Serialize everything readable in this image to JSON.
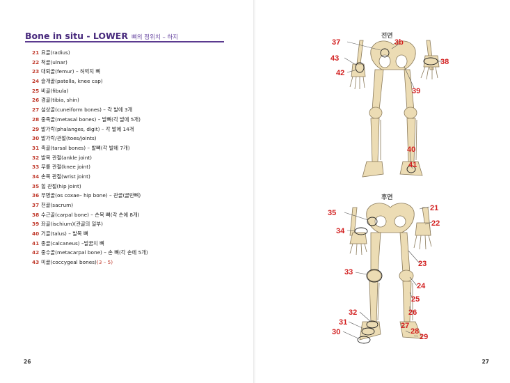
{
  "left_page": {
    "title": "Bone in situ - LOWER",
    "subtitle": "뼈의 정위치 – 하지",
    "page_number": "26",
    "items": [
      {
        "num": "21",
        "text": "요골(radius)"
      },
      {
        "num": "22",
        "text": "척골(ulnar)"
      },
      {
        "num": "23",
        "text": "대퇴골(femur) – 허벅지 뼈"
      },
      {
        "num": "24",
        "text": "슬개골(patella, knee cap)"
      },
      {
        "num": "25",
        "text": "비골(fibula)"
      },
      {
        "num": "26",
        "text": "경골(tibia, shin)"
      },
      {
        "num": "27",
        "text": "설상골(cuneiform bones) – 각 발에 3개"
      },
      {
        "num": "28",
        "text": "중족골(metasal bones) – 발뼈(각 발에 5개)"
      },
      {
        "num": "29",
        "text": "발가락(phalanges, digit) – 각 발에 14개"
      },
      {
        "num": "30",
        "text": "발가락/관절(toes/joints)"
      },
      {
        "num": "31",
        "text": "족골(tarsal bones) – 발뼈(각 발에 7개)"
      },
      {
        "num": "32",
        "text": "발목 관절(ankle joint)"
      },
      {
        "num": "33",
        "text": "무릎 관절(knee joint)"
      },
      {
        "num": "34",
        "text": "손목 관절(wrist joint)"
      },
      {
        "num": "35",
        "text": "힙 관절(hip joint)"
      },
      {
        "num": "36",
        "text": "무명골(os coxae– hip bone) – 관골(골반뼈)"
      },
      {
        "num": "37",
        "text": "천골(sacrum)"
      },
      {
        "num": "38",
        "text": "수근골(carpal bone) – 손목 뼈(각 손에 8개)"
      },
      {
        "num": "39",
        "text": "좌골(ischium)(관골의 일부)"
      },
      {
        "num": "40",
        "text": "거골(talus) – 발목 뼈"
      },
      {
        "num": "41",
        "text": "종골(calcaneus) –발꿈치 뼈"
      },
      {
        "num": "42",
        "text": "중수골(metacarpal bone) – 손 뼈(각 손에 5개)"
      },
      {
        "num": "43",
        "text": "미골(coccygeal bones)",
        "highlight": "(3 – 5)"
      }
    ]
  },
  "right_page": {
    "page_number": "27",
    "front_label": "전면",
    "back_label": "후면",
    "front_callouts": [
      "37",
      "3b",
      "43",
      "38",
      "42",
      "39",
      "40",
      "41"
    ],
    "back_callouts": [
      "35",
      "21",
      "22",
      "34",
      "23",
      "33",
      "24",
      "25",
      "32",
      "26",
      "31",
      "27",
      "28",
      "30",
      "29"
    ],
    "colors": {
      "callout": "#d21f1f",
      "title": "#4a2c7e",
      "bone": "#ecdcb4",
      "bone_stroke": "#8a7a5a"
    }
  }
}
